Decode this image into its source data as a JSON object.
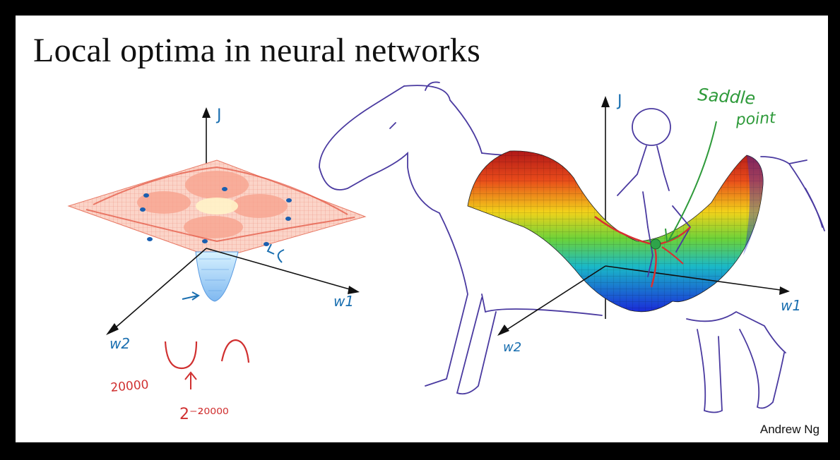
{
  "slide": {
    "title": "Local optima in neural networks",
    "credit": "Andrew Ng"
  },
  "left_plot": {
    "axis_vertical": "J",
    "axis_right": "w1",
    "axis_left": "w2",
    "annotation_count": "20000",
    "annotation_power": "2⁻²⁰⁰⁰⁰"
  },
  "right_plot": {
    "axis_vertical": "J",
    "axis_right": "w1",
    "axis_left": "w2",
    "saddle_label_line1": "Saddle",
    "saddle_label_line2": "point"
  },
  "colors": {
    "ink_blue": "#1a6fb0",
    "ink_red": "#d03030",
    "ink_green": "#2e9a3a",
    "ink_purple": "#4a3aa0",
    "mesh_red": "#f08a7a"
  }
}
